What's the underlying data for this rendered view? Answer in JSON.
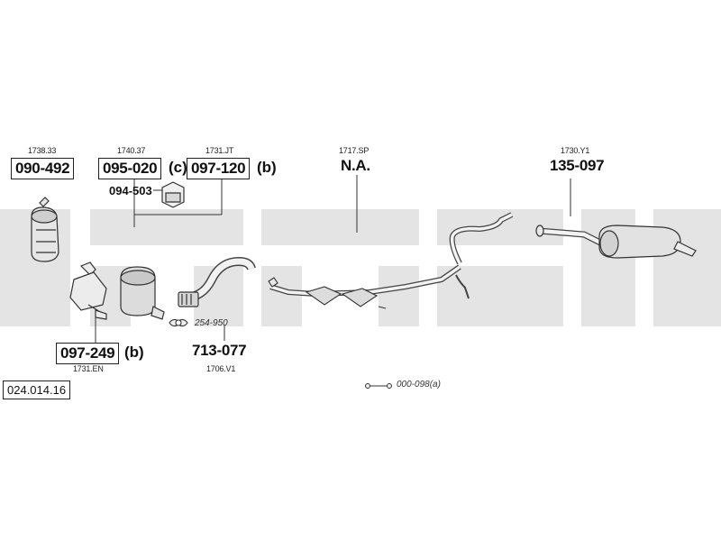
{
  "diagram_id": "024.014.16",
  "parts": {
    "p1": {
      "ref": "1738.33",
      "number": "090-492"
    },
    "p2": {
      "ref": "1740.37",
      "number": "095-020",
      "suffix": "(c)"
    },
    "p3": {
      "ref": "1731.JT",
      "number": "097-120",
      "suffix": "(b)"
    },
    "p4": {
      "number": "094-503"
    },
    "p5": {
      "ref": "1717.SP",
      "number": "N.A."
    },
    "p6": {
      "ref": "1730.Y1",
      "number": "135-097"
    },
    "p7": {
      "ref": "1731.EN",
      "number": "097-249",
      "suffix": "(b)"
    },
    "p8": {
      "ref": "1706.V1",
      "number": "713-077"
    },
    "p9": {
      "number": "254-950"
    },
    "p10": {
      "number": "000-098(a)"
    }
  },
  "colors": {
    "watermark": "#e3e3e3",
    "line": "#333333",
    "part_fill": "#dcdcdc"
  }
}
